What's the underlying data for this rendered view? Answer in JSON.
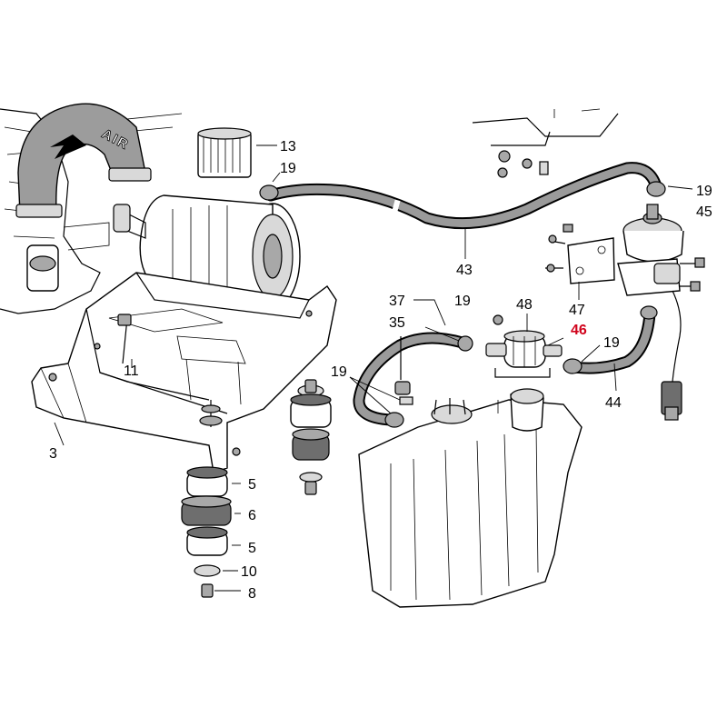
{
  "diagram": {
    "hose_text": "AIR",
    "callouts": [
      {
        "id": "c13",
        "text": "13"
      },
      {
        "id": "c19a",
        "text": "19"
      },
      {
        "id": "c19b",
        "text": "19"
      },
      {
        "id": "c45",
        "text": "45"
      },
      {
        "id": "c43",
        "text": "43"
      },
      {
        "id": "c37",
        "text": "37"
      },
      {
        "id": "c19c",
        "text": "19"
      },
      {
        "id": "c48",
        "text": "48"
      },
      {
        "id": "c47",
        "text": "47"
      },
      {
        "id": "c35",
        "text": "35"
      },
      {
        "id": "c46",
        "text": "46",
        "highlight": true
      },
      {
        "id": "c19d",
        "text": "19"
      },
      {
        "id": "c11",
        "text": "11"
      },
      {
        "id": "c19e",
        "text": "19"
      },
      {
        "id": "c44",
        "text": "44"
      },
      {
        "id": "c3",
        "text": "3"
      },
      {
        "id": "c5a",
        "text": "5"
      },
      {
        "id": "c6",
        "text": "6"
      },
      {
        "id": "c5b",
        "text": "5"
      },
      {
        "id": "c10",
        "text": "10"
      },
      {
        "id": "c8",
        "text": "8"
      }
    ],
    "colors": {
      "line": "#000000",
      "highlight_label": "#d0021b",
      "background": "#ffffff"
    }
  }
}
